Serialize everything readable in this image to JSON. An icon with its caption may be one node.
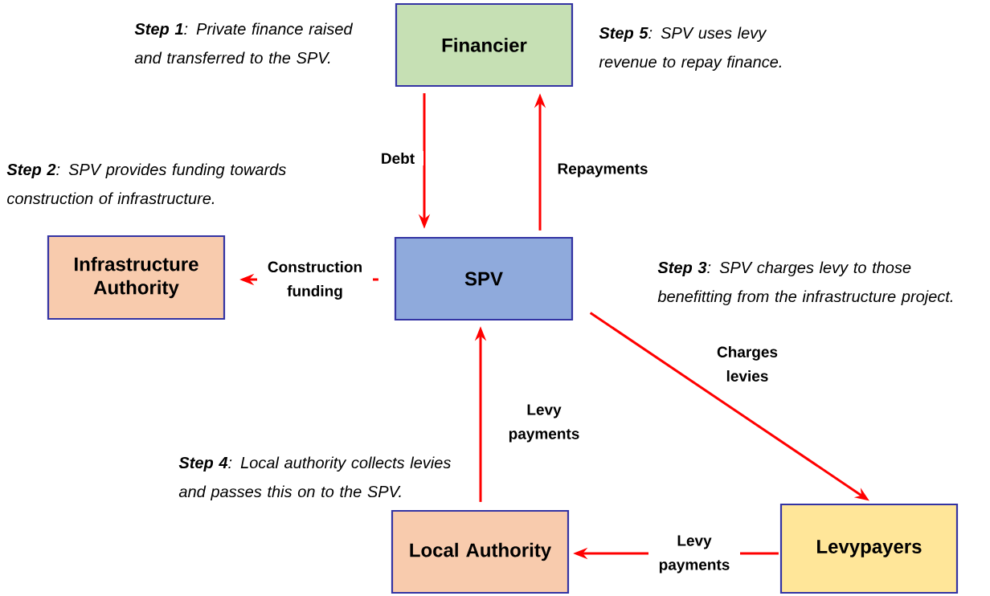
{
  "diagram": {
    "nodes": [
      {
        "text": [
          "Financier"
        ]
      },
      {
        "text": [
          "Infrastructure Authority"
        ]
      },
      {
        "text": [
          "SPV"
        ]
      },
      {
        "text": [
          "Local Authority"
        ]
      },
      {
        "text": [
          "Levypayers"
        ]
      }
    ],
    "edges": [
      {
        "from": 0,
        "to": 2,
        "arrow": "to",
        "label": "Debt"
      },
      {
        "from": 2,
        "to": 0,
        "arrow": "to",
        "label": "Repayments"
      },
      {
        "from": 2,
        "to": 1,
        "arrow": "to",
        "label": "Construction funding"
      },
      {
        "from": 2,
        "to": 4,
        "arrow": "to",
        "label": "Charges levies"
      },
      {
        "from": 3,
        "to": 2,
        "arrow": "to",
        "label": "Levy payments"
      },
      {
        "from": 4,
        "to": 3,
        "arrow": "to",
        "label": "Levy payments"
      }
    ],
    "labels": [
      "**Step 1**: Private finance raised and transferred to the SPV.",
      "**Step 5**: SPV uses levy revenue to repay finance.",
      "**Step 2**: SPV provides funding towards construction of infrastructure.",
      "**Step 3**: SPV charges levy to those benefitting from the infrastructure project.",
      "**Step 4**: Local authority collects levies and passes this on to the SPV."
    ]
  }
}
